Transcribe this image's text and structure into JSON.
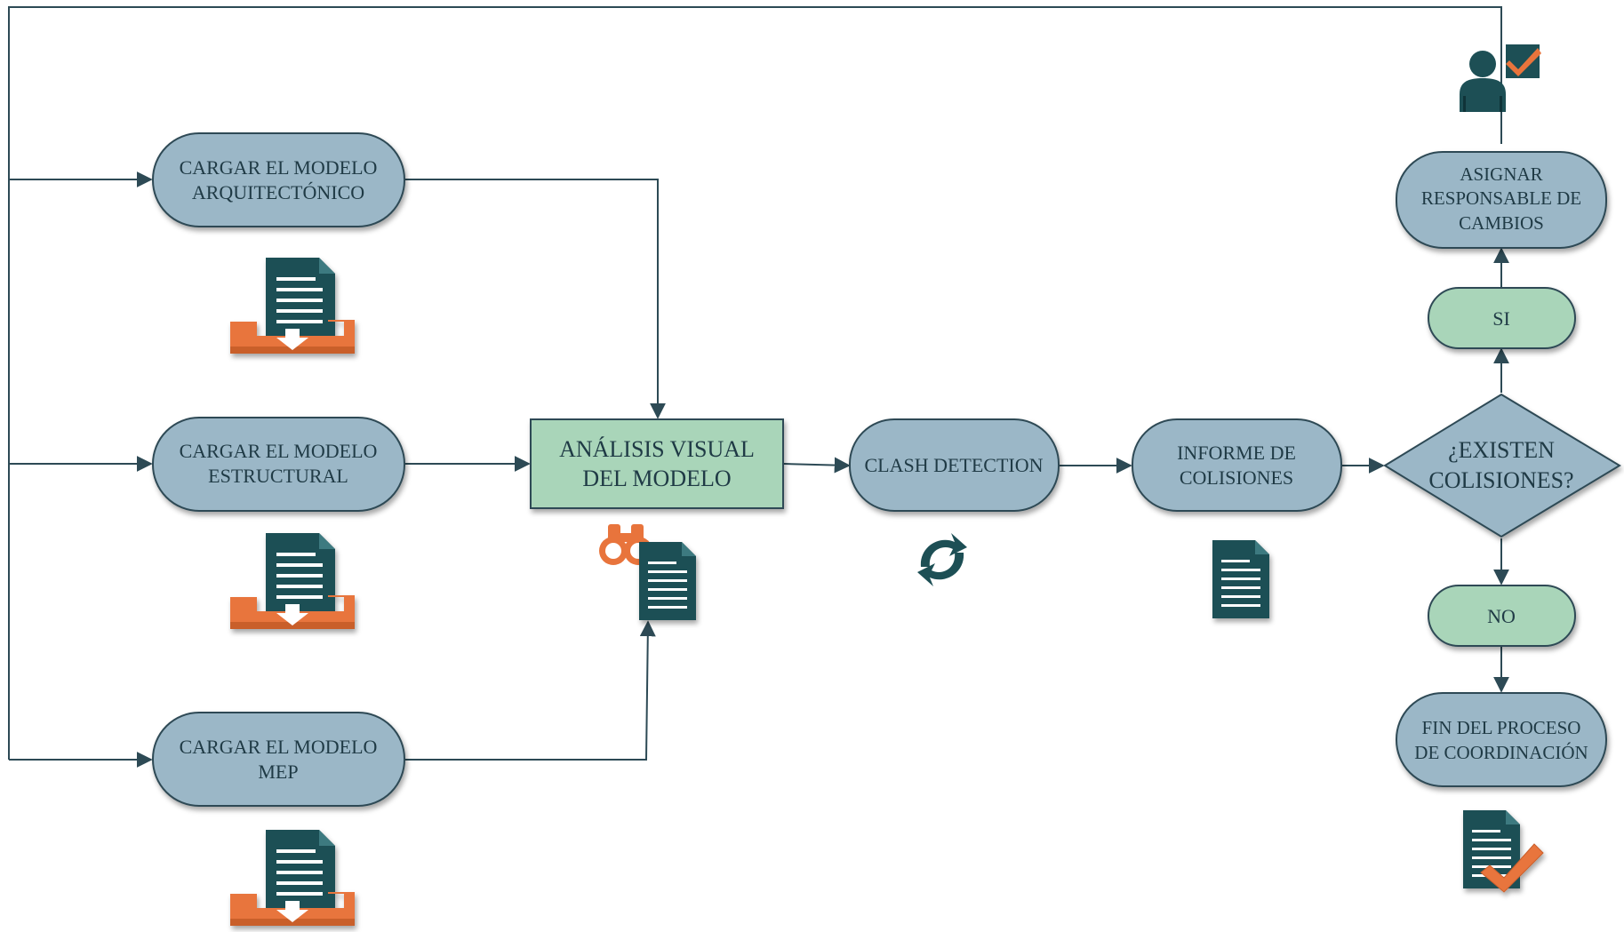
{
  "nodes": {
    "load_arch": {
      "lines": [
        "CARGAR EL MODELO",
        "ARQUITECTÓNICO"
      ]
    },
    "load_struct": {
      "lines": [
        "CARGAR EL MODELO",
        "ESTRUCTURAL"
      ]
    },
    "load_mep": {
      "lines": [
        "CARGAR EL MODELO",
        "MEP"
      ]
    },
    "visual_analysis": {
      "lines": [
        "ANÁLISIS VISUAL",
        "DEL MODELO"
      ]
    },
    "clash_detection": {
      "lines": [
        "CLASH DETECTION"
      ]
    },
    "clash_report": {
      "lines": [
        "INFORME DE",
        "COLISIONES"
      ]
    },
    "decision": {
      "lines": [
        "¿EXISTEN",
        "COLISIONES?"
      ]
    },
    "yes": {
      "lines": [
        "SI"
      ]
    },
    "assign": {
      "lines": [
        "ASIGNAR",
        "RESPONSABLE DE",
        "CAMBIOS"
      ]
    },
    "no": {
      "lines": [
        "NO"
      ]
    },
    "end": {
      "lines": [
        "FIN DEL PROCESO",
        "DE COORDINACIÓN"
      ]
    }
  },
  "colors": {
    "process_fill": "#9bb7c7",
    "process_stroke": "#2d4a55",
    "analysis_fill": "#a9d5b9",
    "decision_fill": "#9bb7c7",
    "answer_fill": "#a9d5b9",
    "icon_teal": "#1d4f55",
    "icon_orange": "#e8743c",
    "line": "#2d4a55"
  },
  "icons": [
    "document-download-icon",
    "binoculars-icon",
    "document-icon",
    "sync-icon",
    "document-check-icon",
    "user-approve-icon"
  ]
}
